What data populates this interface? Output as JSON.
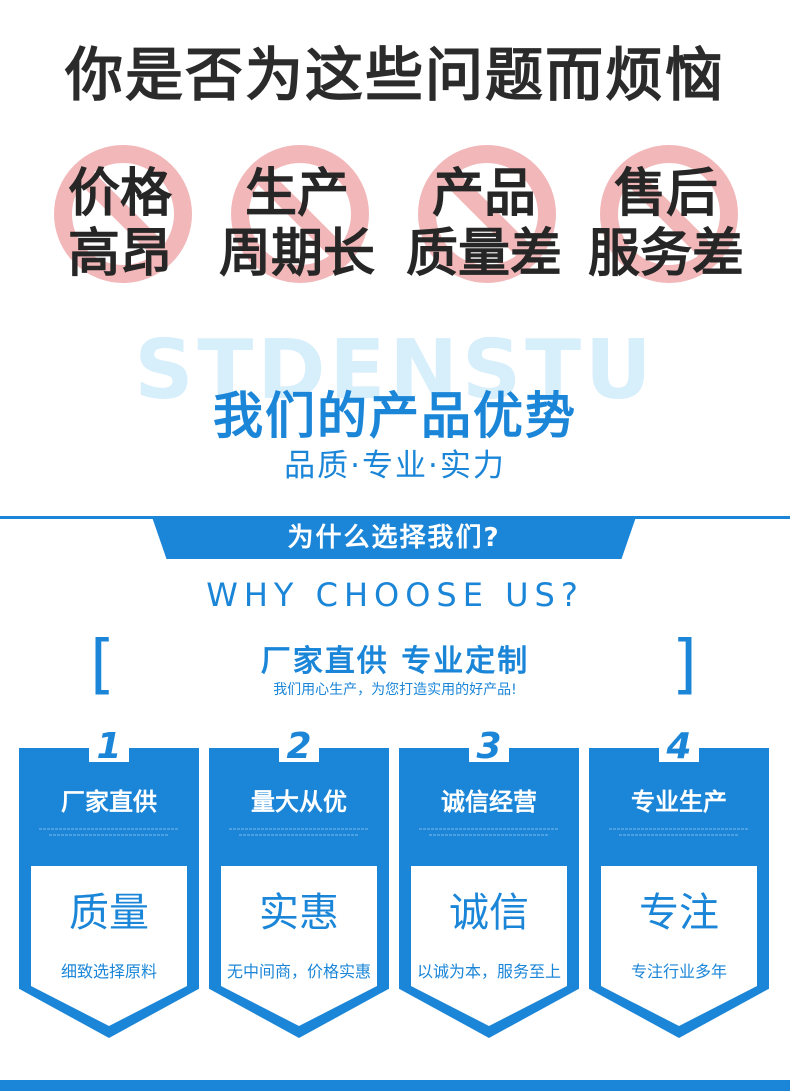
{
  "headline": "你是否为这些问题而烦恼",
  "problems": [
    {
      "line1": "价格",
      "line2": "高昂"
    },
    {
      "line1": "生产",
      "line2": "周期长"
    },
    {
      "line1": "产品",
      "line2": "质量差"
    },
    {
      "line1": "售后",
      "line2": "服务差"
    }
  ],
  "watermark": "STDENSTU",
  "advantage": {
    "title": "我们的产品优势",
    "subtitle": "品质·专业·实力"
  },
  "why": {
    "banner": "为什么选择我们?",
    "english": "WHY CHOOSE US?",
    "slogan": "厂家直供  专业定制",
    "slogan_sub": "我们用心生产，为您打造实用的好产品!"
  },
  "cards": [
    {
      "num": "1",
      "title": "厂家直供",
      "big": "质量",
      "desc": "细致选择原料"
    },
    {
      "num": "2",
      "title": "量大从优",
      "big": "实惠",
      "desc": "无中间商，价格实惠"
    },
    {
      "num": "3",
      "title": "诚信经营",
      "big": "诚信",
      "desc": "以诚为本，服务至上"
    },
    {
      "num": "4",
      "title": "专业生产",
      "big": "专注",
      "desc": "专注行业多年"
    }
  ],
  "colors": {
    "brand_blue": "#1b86d8",
    "ban_red": "#f2b7b9",
    "headline": "#2b2b2b"
  }
}
